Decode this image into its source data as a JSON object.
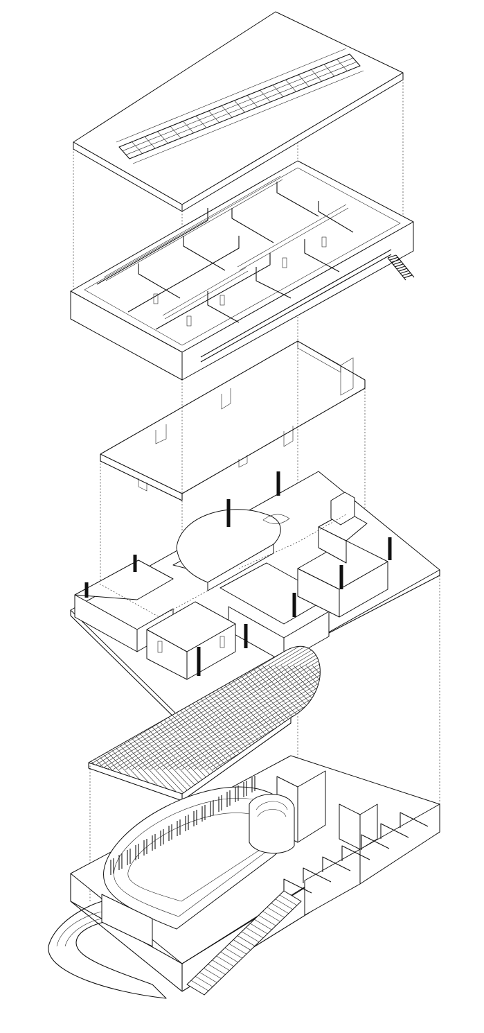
{
  "drawing": {
    "type": "exploded axonometric",
    "layers": [
      "roof",
      "upper-floor",
      "ground-floor",
      "basement"
    ],
    "colors": {
      "line": "#111111",
      "background": "#ffffff"
    }
  }
}
